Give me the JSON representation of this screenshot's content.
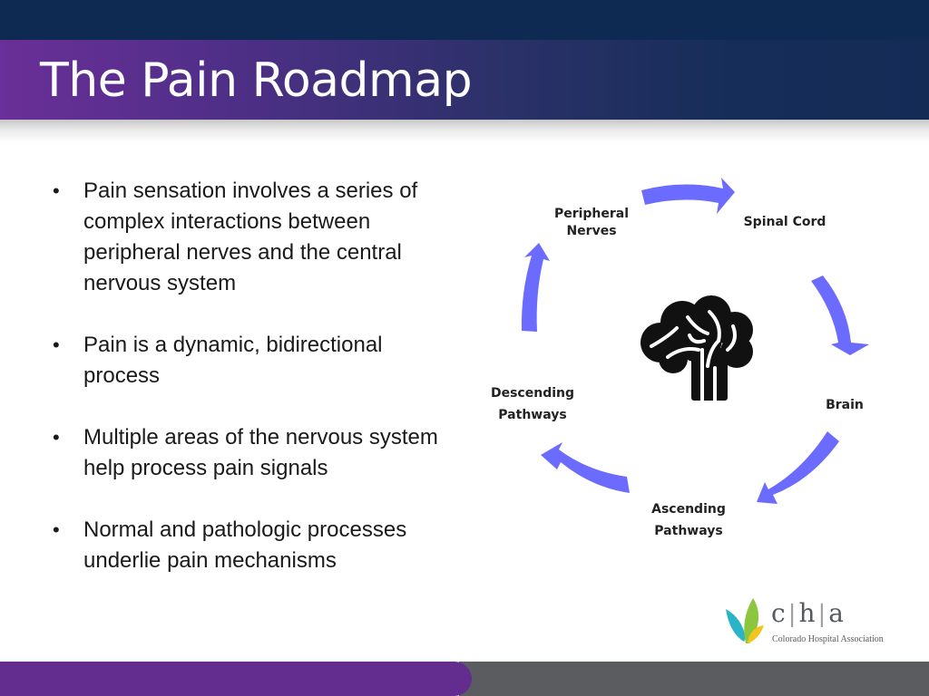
{
  "slide": {
    "title": "The Pain Roadmap"
  },
  "bullets": [
    "Pain sensation involves a series of complex interactions between peripheral nerves and the central nervous system",
    "Pain is a dynamic, bidirectional process",
    "Multiple areas of the nervous system help process pain signals",
    "Normal and pathologic processes underlie pain mechanisms"
  ],
  "cycle": {
    "nodes": {
      "peripheral_nerves": "Peripheral Nerves",
      "spinal_cord": "Spinal Cord",
      "brain": "Brain",
      "ascending_pathways": "Ascending Pathways",
      "descending_pathways": "Descending Pathways"
    },
    "arrow_color": "#6b6bff",
    "center_icon": "brain-icon"
  },
  "logo": {
    "letters": [
      "c",
      "h",
      "a"
    ],
    "name": "Colorado Hospital Association",
    "colors": [
      "#8cc63f",
      "#2bb3c8",
      "#f2c41c"
    ]
  },
  "theme": {
    "title_bar_start": "#6a2f98",
    "title_bar_end": "#132b55",
    "top_band": "#0e2a52",
    "footer_purple": "#622d8e",
    "footer_gray": "#5a5c60"
  }
}
